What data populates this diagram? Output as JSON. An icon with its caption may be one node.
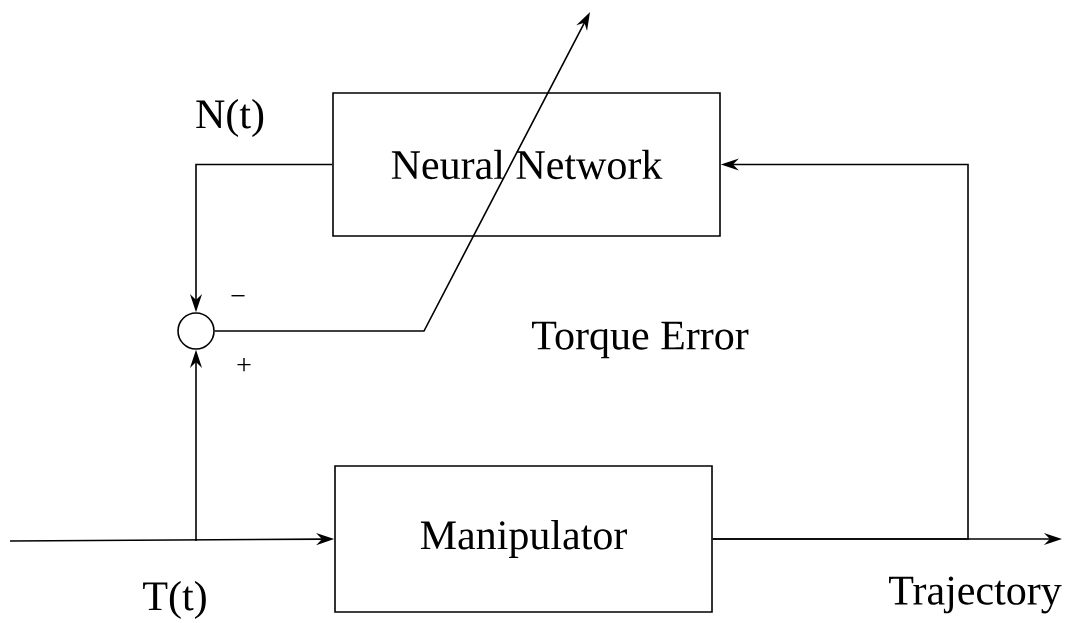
{
  "diagram": {
    "nodes": [
      {
        "text": [
          "Neural Network"
        ]
      },
      {
        "text": [],
        "shape": "circle"
      },
      {
        "text": [
          "Manipulator"
        ]
      }
    ],
    "edges": [
      {
        "from": 0,
        "to": 1,
        "arrow": "to",
        "label": "N(t)"
      },
      {
        "from": null,
        "to": 2,
        "arrow": "to",
        "label": "T(t)"
      },
      {
        "from": null,
        "to": 1,
        "arrow": "to"
      },
      {
        "from": 2,
        "to": null,
        "arrow": "to",
        "label": "Trajectory"
      },
      {
        "from": 2,
        "to": 0,
        "arrow": "to"
      },
      {
        "from": 1,
        "to": null,
        "arrow": "to"
      }
    ],
    "labels": [
      "−",
      "+",
      "Torque Error"
    ]
  }
}
